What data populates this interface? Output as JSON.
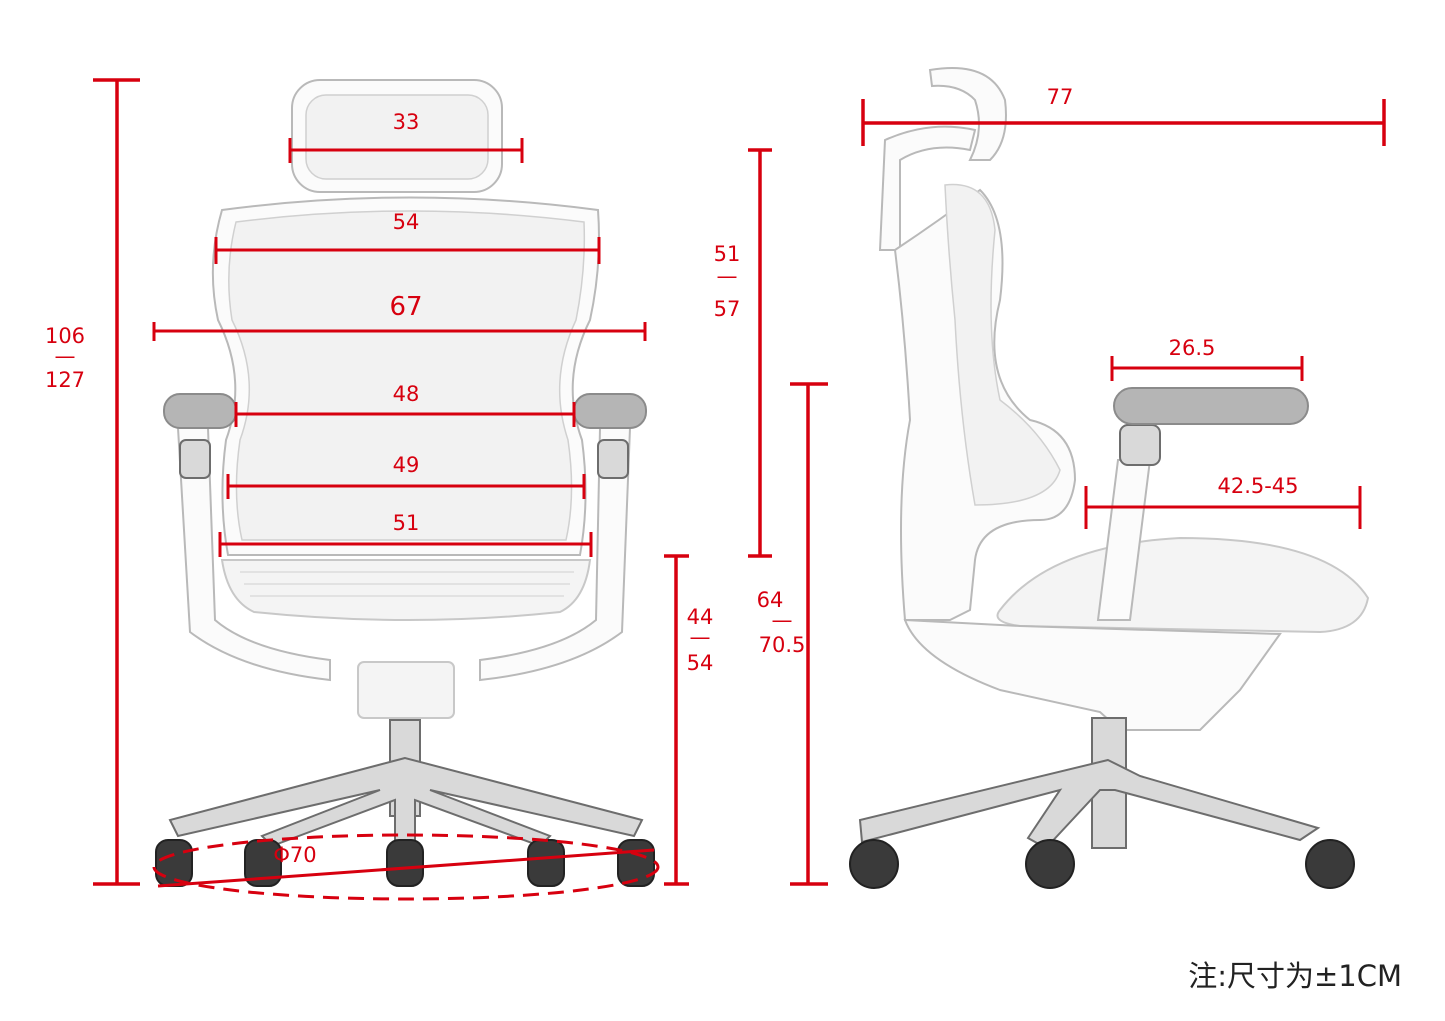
{
  "front_view": {
    "headrest_width": "33",
    "backrest_upper_width": "54",
    "overall_width": "67",
    "armrest_inner_width": "48",
    "backrest_lower_width": "49",
    "seat_width": "51",
    "base_diameter": "Φ70",
    "overall_height_min": "106",
    "overall_height_max": "127",
    "seat_height_min": "44",
    "seat_height_max": "54",
    "range_separator": "—"
  },
  "side_view": {
    "overall_depth": "77",
    "backrest_height_min": "51",
    "backrest_height_max": "57",
    "armrest_length": "26.5",
    "seat_depth": "42.5-45",
    "armrest_height_min": "64",
    "armrest_height_max": "70.5",
    "range_separator": "—"
  },
  "note": "注:尺寸为±1CM",
  "colors": {
    "dimension_red": "#d7000f",
    "frame_white": "#fbfbfb",
    "armrest_gray": "#b5b5b5",
    "wheel_dark": "#3a3a3a"
  }
}
